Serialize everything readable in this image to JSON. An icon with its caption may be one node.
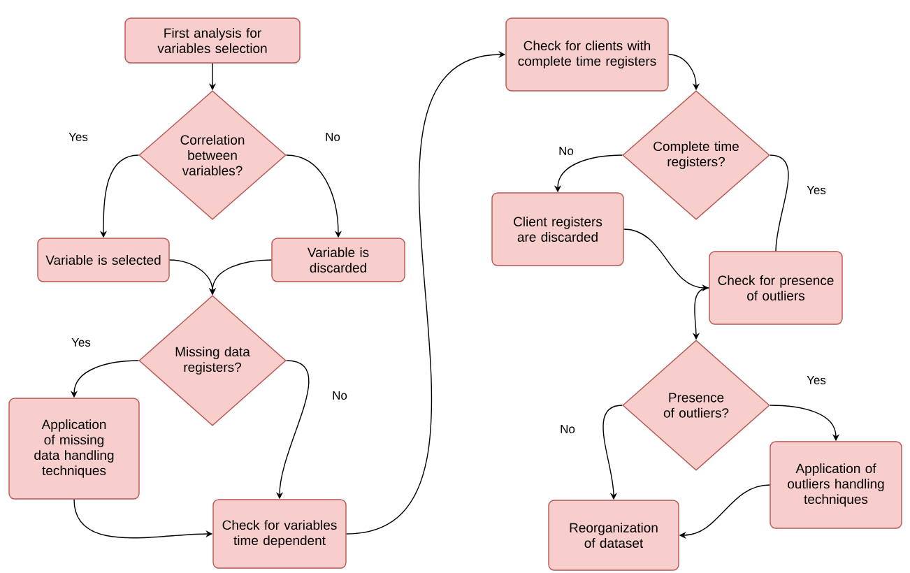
{
  "diagram": {
    "nodes": [
      {
        "text": [
          "First analysis for variables selection"
        ]
      },
      {
        "text": [
          "Correlation between variables?"
        ]
      },
      {
        "text": [
          "Variable is selected"
        ]
      },
      {
        "text": [
          "Variable is discarded"
        ]
      },
      {
        "text": [
          "Missing data registers?"
        ]
      },
      {
        "text": [
          "Application of missing data handling techniques"
        ]
      },
      {
        "text": [
          "Check for variables time dependent"
        ]
      },
      {
        "text": [
          "Check for clients with complete time registers"
        ]
      },
      {
        "text": [
          "Complete time registers?"
        ]
      },
      {
        "text": [
          "Client registers are discarded"
        ]
      },
      {
        "text": [
          "Check for presence of outliers"
        ]
      },
      {
        "text": [
          "Presence of outliers?"
        ]
      },
      {
        "text": [
          "Application of outliers handling techniques"
        ]
      },
      {
        "text": [
          "Reorganization of dataset"
        ]
      }
    ],
    "edges": [
      {
        "from": 0,
        "to": 1,
        "arrow": "to"
      },
      {
        "from": 1,
        "to": 2,
        "arrow": "to",
        "label": "Yes"
      },
      {
        "from": 1,
        "to": 3,
        "arrow": "to",
        "label": "No"
      },
      {
        "from": 2,
        "to": 4,
        "arrow": "to"
      },
      {
        "from": 3,
        "to": 4,
        "arrow": "to"
      },
      {
        "from": 4,
        "to": 5,
        "arrow": "to",
        "label": "Yes"
      },
      {
        "from": 4,
        "to": 6,
        "arrow": "to",
        "label": "No"
      },
      {
        "from": 5,
        "to": 6,
        "arrow": "to"
      },
      {
        "from": 6,
        "to": 7,
        "arrow": "to"
      },
      {
        "from": 7,
        "to": 8,
        "arrow": "to"
      },
      {
        "from": 8,
        "to": 9,
        "arrow": "to",
        "label": "No"
      },
      {
        "from": 8,
        "to": 10,
        "arrow": "none",
        "label": "Yes"
      },
      {
        "from": 9,
        "to": 10,
        "arrow": "to"
      },
      {
        "from": 10,
        "to": 11,
        "arrow": "to"
      },
      {
        "from": 11,
        "to": 13,
        "arrow": "to",
        "label": "No"
      },
      {
        "from": 11,
        "to": 12,
        "arrow": "to",
        "label": "Yes"
      },
      {
        "from": 12,
        "to": 13,
        "arrow": "to"
      }
    ]
  }
}
